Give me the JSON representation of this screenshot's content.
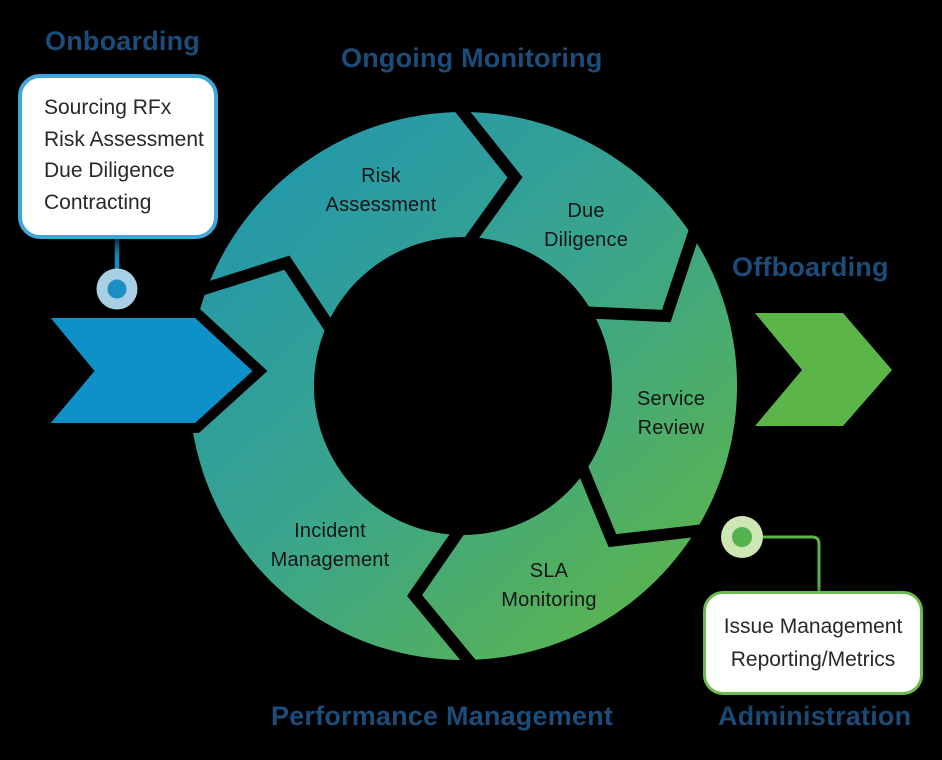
{
  "colors": {
    "background": "#000000",
    "ring_gradient_top": "#2196AE",
    "ring_gradient_mid": "#3AA58C",
    "ring_gradient_bottom": "#5CB44B",
    "inbound_arrow_blue": "#0E90C8",
    "outbound_arrow_green": "#5CB548",
    "heading_blue": "#1C4C79",
    "onboarding_callout_border": "#3FA6D7",
    "administration_callout_border": "#6CBB4D"
  },
  "headings": {
    "onboarding": "Onboarding",
    "ongoing_monitoring": "Ongoing Monitoring",
    "offboarding": "Offboarding",
    "performance_management": "Performance Management",
    "administration": "Administration"
  },
  "cycle_segments": [
    {
      "label": "Risk\nAssessment"
    },
    {
      "label": "Due\nDiligence"
    },
    {
      "label": "Service\nReview"
    },
    {
      "label": "SLA\nMonitoring"
    },
    {
      "label": "Incident\nManagement"
    }
  ],
  "callouts": {
    "onboarding": {
      "items": [
        "Sourcing RFx",
        "Risk Assessment",
        "Due Diligence",
        "Contracting"
      ]
    },
    "administration": {
      "items": [
        "Issue Management",
        "Reporting/Metrics"
      ]
    }
  }
}
